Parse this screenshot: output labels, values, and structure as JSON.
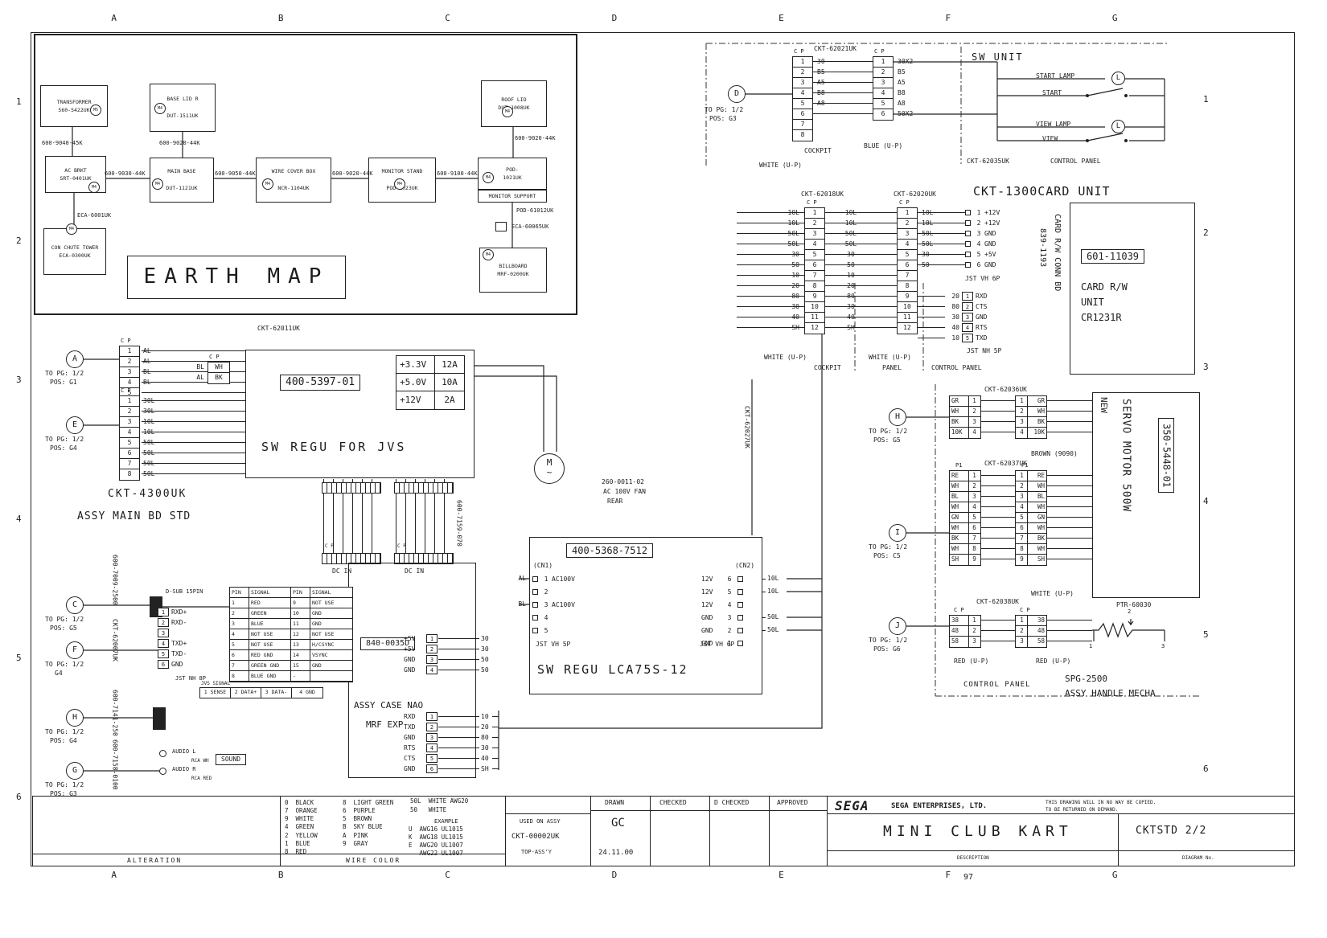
{
  "frame": {
    "cols": [
      "A",
      "B",
      "C",
      "D",
      "E",
      "F",
      "G"
    ],
    "rows": [
      "1",
      "2",
      "3",
      "4",
      "5",
      "6"
    ],
    "page_num": "97"
  },
  "pins": {
    "n3": [
      "1",
      "2",
      "3"
    ],
    "n4": [
      "1",
      "2",
      "3",
      "4"
    ],
    "n5": [
      "1",
      "2",
      "3",
      "4",
      "5"
    ],
    "n6": [
      "1",
      "2",
      "3",
      "4",
      "5",
      "6"
    ],
    "n8": [
      "1",
      "2",
      "3",
      "4",
      "5",
      "6",
      "7",
      "8"
    ],
    "n12": [
      "1",
      "2",
      "3",
      "4",
      "5",
      "6",
      "7",
      "8",
      "9",
      "10",
      "11",
      "12"
    ]
  },
  "earth": {
    "title": "EARTH MAP",
    "m5": "M5",
    "m4": "M4",
    "transformer": "TRANSFORMER\n560-5422UK",
    "ac_brkt": "AC BRKT\nSRT-0401UK",
    "base_lid": "BASE LID R\n\nDUT-1511UK",
    "roof_lid": "ROOF LID\nDUT-1008UK",
    "main_base": "MAIN BASE\n\nDUT-1121UK",
    "wire_cover": "WIRE COVER BOX\n\nNCR-1104UK",
    "monitor_stand": "MONITOR STAND\n\nPOD-1023UK",
    "pod": "POD-\n1021UK",
    "monitor_support": "MONITOR SUPPORT",
    "pod_support": "POD-61012UK",
    "eca2": "ECA-60065UK",
    "billboard": "BILLBOARD\nMRF-0200UK",
    "eca1": "ECA-6001UK",
    "coin": "CON CHUTE TOWER\nECA-0300UK",
    "w1": "600-9040-45K",
    "w2": "600-9020-44K",
    "w3": "600-9030-44K",
    "w4": "600-9050-44K",
    "w5": "600-9020-44K",
    "w6": "600-9100-44K",
    "w7": "600-9020-44K"
  },
  "swu": {
    "ref": "D",
    "pg": "TO PG: 1/2",
    "pos": "POS: G3",
    "cp": "C P",
    "ckt1": "CKT-62021UK",
    "ckt2": "CKT-62035UK",
    "w1": [
      "30",
      "B5",
      "A5",
      "B8",
      "A8",
      "",
      "",
      ""
    ],
    "w2": [
      "30X2",
      "B5",
      "A5",
      "B8",
      "A8",
      "50X2"
    ],
    "title": "SW UNIT",
    "lamp": "L",
    "start_lamp": "START LAMP",
    "start": "START",
    "view_lamp": "VIEW LAMP",
    "view": "VIEW",
    "cockpit": "COCKPIT",
    "blue_up": "BLUE (U-P)",
    "white_up": "WHITE (U-P)",
    "control_panel": "CONTROL PANEL"
  },
  "card": {
    "title": "CKT-1300CARD UNIT",
    "cp": "C P",
    "ckt18": "CKT-62018UK",
    "ckt20": "CKT-62020UK",
    "wl": [
      "10L",
      "10L",
      "50L",
      "50L",
      "30",
      "50",
      "10",
      "20",
      "80",
      "30",
      "40",
      "SH"
    ],
    "wr": [
      "10L",
      "10L",
      "50L",
      "50L",
      "30",
      "50"
    ],
    "vh6p": [
      {
        "n": "1",
        "s": "+12V"
      },
      {
        "n": "2",
        "s": "+12V"
      },
      {
        "n": "3",
        "s": "GND"
      },
      {
        "n": "4",
        "s": "GND"
      },
      {
        "n": "5",
        "s": "+5V"
      },
      {
        "n": "6",
        "s": "GND"
      }
    ],
    "jst_vh6p": "JST VH 6P",
    "nh5p": [
      {
        "w": "20",
        "n": "1",
        "s": "RXD"
      },
      {
        "w": "80",
        "n": "2",
        "s": "CTS"
      },
      {
        "w": "30",
        "n": "3",
        "s": "GND"
      },
      {
        "w": "40",
        "n": "4",
        "s": "RTS"
      },
      {
        "w": "10",
        "n": "5",
        "s": "TXD"
      }
    ],
    "jst_nh5p": "JST NH 5P",
    "bd_num": "839-1193",
    "bd_name": "CARD R/W CONN BD",
    "unit_num": "601-11039",
    "unit_name": "CARD R/W\nUNIT\nCR1231R",
    "white_up1": "WHITE (U-P)",
    "cockpit": "COCKPIT",
    "white_up2": "WHITE (U-P)",
    "panel": "PANEL",
    "control_panel": "CONTROL PANEL"
  },
  "mainbd": {
    "refA": "A",
    "refA_pg": "TO PG: 1/2",
    "refA_pos": "POS: G1",
    "refE": "E",
    "refE_pg": "TO PG: 1/2",
    "refE_pos": "POS: G4",
    "refC": "C",
    "refC_pg": "TO PG: 1/2",
    "refC_pos": "POS: G5",
    "refF": "F",
    "refF_pg": "TO PG: 1/2",
    "refF_pos": "G4",
    "refH": "H",
    "refH_pg": "TO PG: 1/2",
    "refH_pos": "POS: G4",
    "refG": "G",
    "refG_pg": "TO PG: 1/2",
    "refG_pos": "POS: G3",
    "cp": "C P",
    "ckt62011": "CKT-62011UK",
    "wA": [
      "AL",
      "AL",
      "BL",
      "BL",
      ""
    ],
    "mini": [
      {
        "a": "BL",
        "b": "WH"
      },
      {
        "a": "AL",
        "b": "BK"
      }
    ],
    "wE": [
      "30L",
      "30L",
      "10L",
      "10L",
      "50L",
      "50L",
      "50L",
      "50L"
    ],
    "regu_num": "400-5397-01",
    "regu_name": "SW REGU FOR JVS",
    "ratings": [
      {
        "v": "+3.3V",
        "a": "12A"
      },
      {
        "v": "+5.0V",
        "a": "10A"
      },
      {
        "v": "+12V",
        "a": "2A"
      }
    ],
    "name1": "CKT-4300UK",
    "name2": "ASSY MAIN BD STD",
    "dcin": "DC IN",
    "w7159": "600-7159-070",
    "w7009": "600-7009-2500",
    "dsub": "D-SUB 15PIN",
    "ckt62007": "CKT-62007UK",
    "connF": [
      {
        "n": "1",
        "s": "RXD+"
      },
      {
        "n": "2",
        "s": "RXD-"
      },
      {
        "n": "3",
        "s": ""
      },
      {
        "n": "4",
        "s": "TXD+"
      },
      {
        "n": "5",
        "s": "TXD-"
      },
      {
        "n": "6",
        "s": "GND"
      }
    ],
    "jst_nh8p": "JST NH 8P",
    "jvs_title": "JVS SIGNAL",
    "jvs": [
      "1 SENSE",
      "2 DATA+",
      "3 DATA-",
      "4 GND"
    ],
    "w7141": "600-7141-250",
    "w7158": "600-7158-0100",
    "audio_l": "AUDIO L",
    "rca_wh": "RCA WH",
    "audio_r": "AUDIO R",
    "rca_red": "RCA RED",
    "sound": "SOUND",
    "ptbl_hdr": [
      "PIN No",
      "SIGNAL",
      "PIN No",
      "SIGNAL"
    ],
    "ptbl": [
      [
        "1",
        "RED",
        "9",
        "NOT USE"
      ],
      [
        "2",
        "GREEN",
        "10",
        "GND"
      ],
      [
        "3",
        "BLUE",
        "11",
        "GND"
      ],
      [
        "4",
        "NOT USE",
        "12",
        "NOT USE"
      ],
      [
        "5",
        "NOT USE",
        "13",
        "H/CSYNC"
      ],
      [
        "6",
        "RED GND",
        "14",
        "VSYNC"
      ],
      [
        "7",
        "GREEN GND",
        "15",
        "GND"
      ],
      [
        "8",
        "BLUE GND",
        "-",
        ""
      ]
    ],
    "case_num": "840-0035D",
    "case_name": "ASSY CASE NAO",
    "case_name2": "MRF EXP",
    "pwr": [
      {
        "s": "+5V",
        "n": "1",
        "w": "30"
      },
      {
        "s": "+5V",
        "n": "2",
        "w": "30"
      },
      {
        "s": "GND",
        "n": "3",
        "w": "50"
      },
      {
        "s": "GND",
        "n": "4",
        "w": "50"
      }
    ],
    "ser": [
      {
        "s": "RXD",
        "n": "1",
        "w": "10"
      },
      {
        "s": "TXD",
        "n": "2",
        "w": "20"
      },
      {
        "s": "GND",
        "n": "3",
        "w": "80"
      },
      {
        "s": "RTS",
        "n": "4",
        "w": "30"
      },
      {
        "s": "CTS",
        "n": "5",
        "w": "40"
      },
      {
        "s": "GND",
        "n": "6",
        "w": "SH"
      }
    ]
  },
  "psu": {
    "fan_m": "M",
    "fan_tilde": "~",
    "fan1": "260-0011-02",
    "fan2": "AC 100V FAN",
    "fan3": "REAR",
    "num": "400-5368-7512",
    "cn1": "(CN1)",
    "cn1_pins": [
      {
        "w": "AL",
        "n": "1",
        "s": "AC100V"
      },
      {
        "w": "",
        "n": "2",
        "s": ""
      },
      {
        "w": "BL",
        "n": "3",
        "s": "AC100V"
      },
      {
        "w": "",
        "n": "4",
        "s": ""
      },
      {
        "w": "",
        "n": "5",
        "s": ""
      }
    ],
    "jst_vh5p": "JST VH 5P",
    "name": "SW REGU LCA75S-12",
    "cn2": "(CN2)",
    "cn2_pins": [
      {
        "s": "12V",
        "n": "6",
        "w": "10L"
      },
      {
        "s": "12V",
        "n": "5",
        "w": "10L"
      },
      {
        "s": "12V",
        "n": "4",
        "w": ""
      },
      {
        "s": "GND",
        "n": "3",
        "w": "50L"
      },
      {
        "s": "GND",
        "n": "2",
        "w": "50L"
      },
      {
        "s": "GND",
        "n": "1",
        "w": ""
      }
    ],
    "jst_vh6p": "JST VH 6P",
    "ckt62027": "CKT-62027UK"
  },
  "servo": {
    "refH": "H",
    "refH_pg": "TO PG: 1/2",
    "refH_pos": "POS: G5",
    "refI": "I",
    "refI_pg": "TO PG: 1/2",
    "refI_pos": "POS: C5",
    "refJ": "J",
    "refJ_pg": "TO PG: 1/2",
    "refJ_pos": "POS: G6",
    "cp": "C P",
    "p1": "P1",
    "ckt62036": "CKT-62036UK",
    "ckt62037": "CKT-62037UK",
    "ckt62038": "CKT-62038UK",
    "connH": [
      {
        "w": "GR",
        "n": "1"
      },
      {
        "w": "WH",
        "n": "2"
      },
      {
        "w": "BK",
        "n": "3"
      },
      {
        "w": "10K",
        "n": "4"
      }
    ],
    "connI": [
      {
        "w": "RE",
        "n": "1"
      },
      {
        "w": "WH",
        "n": "2"
      },
      {
        "w": "BL",
        "n": "3"
      },
      {
        "w": "WH",
        "n": "4"
      },
      {
        "w": "GN",
        "n": "5"
      },
      {
        "w": "WH",
        "n": "6"
      },
      {
        "w": "BK",
        "n": "7"
      },
      {
        "w": "WH",
        "n": "8"
      },
      {
        "w": "SH",
        "n": "9"
      }
    ],
    "connJ": [
      {
        "w": "38",
        "n": "1"
      },
      {
        "w": "48",
        "n": "2"
      },
      {
        "w": "58",
        "n": "3"
      }
    ],
    "brown": "BROWN (9090)",
    "white_up": "WHITE (U-P)",
    "red_up1": "RED (U-P)",
    "red_up2": "RED (U-P)",
    "motor1": "SERVO MOTOR 500W",
    "motor2": "NEW",
    "motor_num": "350-5448-01",
    "ptr": "PTR-60030",
    "pot": [
      "1",
      "2",
      "3"
    ],
    "control_panel": "CONTROL PANEL",
    "mecha1": "SPG-2500",
    "mecha2": "ASSY HANDLE MECHA"
  },
  "tb": {
    "alteration": "ALTERATION",
    "wire_color": "WIRE COLOR",
    "colors1": "0  BLACK\n7  ORANGE\n9  WHITE\n4  GREEN\n2  YELLOW\n1  BLUE\n8  RED",
    "colors2": "8  LIGHT GREEN\n6  PURPLE\n5  BROWN\nB  SKY BLUE\nA  PINK\n9  GRAY",
    "awg": "50L  WHITE AWG20\n50   WHITE",
    "example": "EXAMPLE",
    "ex": "U  AWG16 UL1015\nK  AWG18 UL1015\nE  AWG20 UL1007\n   AWG22 UL1007",
    "used_on": "USED ON ASSY",
    "used_num": "CKT-00002UK",
    "top_assy": "TOP-ASS'Y",
    "drawn": "DRAWN",
    "drawn_by": "GC",
    "drawn_date": "24.11.00",
    "checked": "CHECKED",
    "d_checked": "D CHECKED",
    "approved": "APPROVED",
    "sega": "SEGA",
    "sega_co": "SEGA ENTERPRISES, LTD.",
    "notice": "THIS DRAWING WILL IN NO WAY BE COPIED.\nTO BE RETURNED ON DEMAND.",
    "title": "MINI CLUB KART",
    "description": "DESCRIPTION",
    "diagram_no_label": "DIAGRAM No.",
    "diagram_no": "CKTSTD 2/2"
  }
}
